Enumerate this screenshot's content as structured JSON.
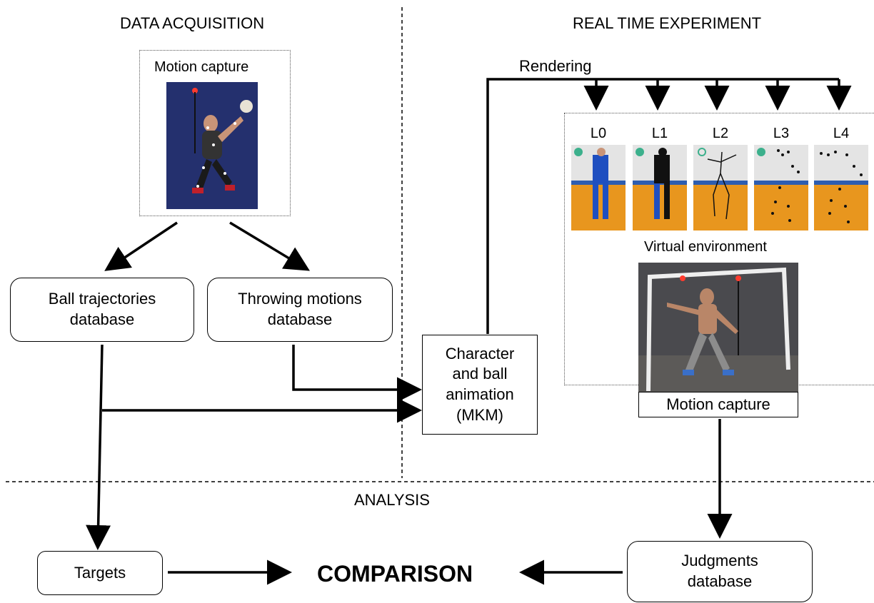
{
  "sections": {
    "data_acquisition": "DATA ACQUISITION",
    "real_time_experiment": "REAL TIME EXPERIMENT",
    "analysis": "ANALYSIS"
  },
  "motion_capture_top": "Motion capture",
  "rendering": "Rendering",
  "ball_trajectories": "Ball trajectories database",
  "ball_trajectories_lines": [
    "Ball trajectories",
    "database"
  ],
  "throwing_motions_lines": [
    "Throwing motions",
    "database"
  ],
  "character_lines": [
    "Character",
    "and ball",
    "animation",
    "(MKM)"
  ],
  "levels": [
    "L0",
    "L1",
    "L2",
    "L3",
    "L4"
  ],
  "virtual_environment": "Virtual environment",
  "motion_capture_bottom": "Motion capture",
  "targets": "Targets",
  "comparison": "COMPARISON",
  "judgments_lines": [
    "Judgments",
    "database"
  ]
}
